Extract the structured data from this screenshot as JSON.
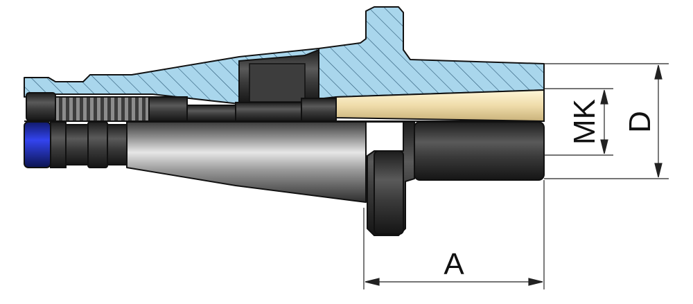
{
  "labels": {
    "dim_a": "A",
    "dim_d": "D",
    "dim_mk": "MK"
  },
  "colors": {
    "section_fill": "#a9d6ec",
    "hatch": "#2f5d7a",
    "steel_dark": "#2a2a2a",
    "steel_mid": "#6c6c6c",
    "steel_light": "#d8d8d8",
    "taper_bore": "#efdcaa",
    "retention_ring": "#2233cc",
    "dimension_line": "#222222",
    "outline": "#111111"
  }
}
